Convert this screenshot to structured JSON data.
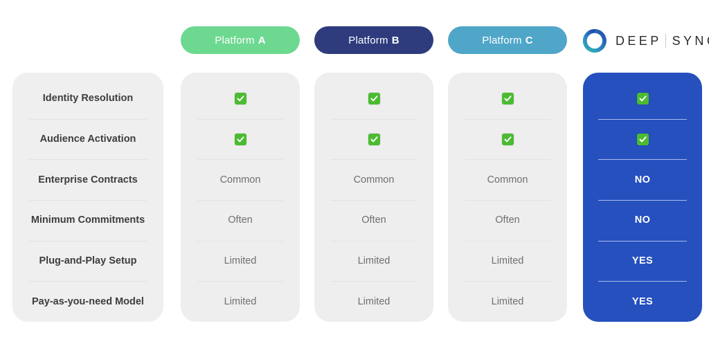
{
  "columns": {
    "labels_header": "",
    "platforms": [
      {
        "label": "Platform",
        "letter": "A",
        "color": "#6DD890"
      },
      {
        "label": "Platform",
        "letter": "B",
        "color": "#2E3B7D"
      },
      {
        "label": "Platform",
        "letter": "C",
        "color": "#4FA6C9"
      }
    ],
    "brand": {
      "word_1": "DEEP",
      "word_2": "SYNC",
      "trademark": "™",
      "mark_icon": "deep-sync-ring-icon",
      "gradient_from": "#2BBBAD",
      "gradient_to": "#1C3FA8",
      "highlight_color": "#2550BE"
    }
  },
  "rows": [
    {
      "feature": "Identity Resolution",
      "platform_a": "check",
      "platform_b": "check",
      "platform_c": "check",
      "deep_sync": "check"
    },
    {
      "feature": "Audience Activation",
      "platform_a": "check",
      "platform_b": "check",
      "platform_c": "check",
      "deep_sync": "check"
    },
    {
      "feature": "Enterprise Contracts",
      "platform_a": "Common",
      "platform_b": "Common",
      "platform_c": "Common",
      "deep_sync": "NO"
    },
    {
      "feature": "Minimum Commitments",
      "platform_a": "Often",
      "platform_b": "Often",
      "platform_c": "Often",
      "deep_sync": "NO"
    },
    {
      "feature": "Plug-and-Play Setup",
      "platform_a": "Limited",
      "platform_b": "Limited",
      "platform_c": "Limited",
      "deep_sync": "YES"
    },
    {
      "feature": "Pay-as-you-need Model",
      "platform_a": "Limited",
      "platform_b": "Limited",
      "platform_c": "Limited",
      "deep_sync": "YES"
    }
  ],
  "icons": {
    "check_badge": "green-check-icon"
  }
}
